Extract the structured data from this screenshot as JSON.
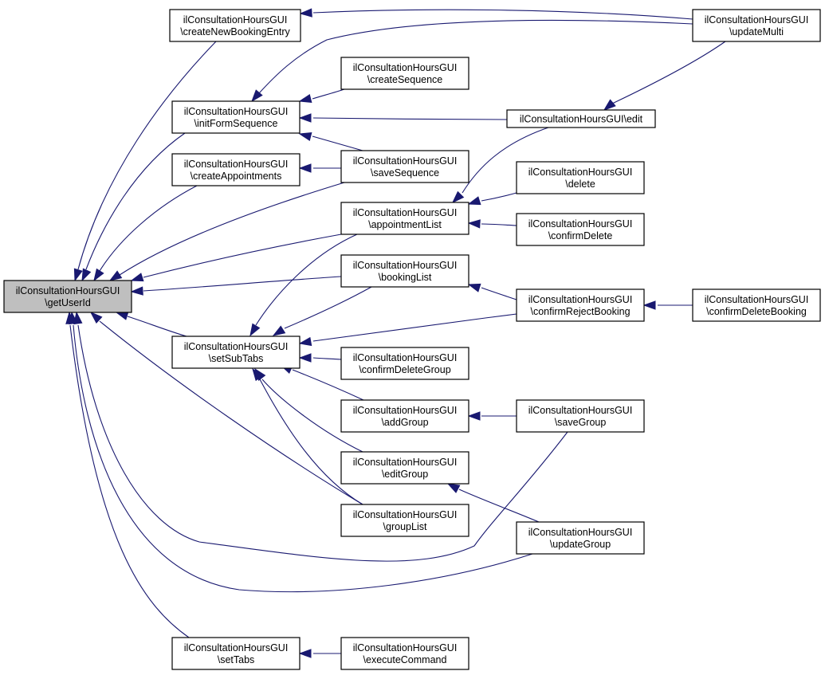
{
  "diagram": {
    "type": "call-graph",
    "edge_color": "#191970",
    "focus_fill": "#bfbfbf",
    "node_fill": "#ffffff",
    "nodes": [
      {
        "id": "getUserId",
        "line1": "ilConsultationHoursGUI",
        "line2": "\\getUserId",
        "focus": true
      },
      {
        "id": "createNewBookingEntry",
        "line1": "ilConsultationHoursGUI",
        "line2": "\\createNewBookingEntry"
      },
      {
        "id": "initFormSequence",
        "line1": "ilConsultationHoursGUI",
        "line2": "\\initFormSequence"
      },
      {
        "id": "createAppointments",
        "line1": "ilConsultationHoursGUI",
        "line2": "\\createAppointments"
      },
      {
        "id": "setSubTabs",
        "line1": "ilConsultationHoursGUI",
        "line2": "\\setSubTabs"
      },
      {
        "id": "setTabs",
        "line1": "ilConsultationHoursGUI",
        "line2": "\\setTabs"
      },
      {
        "id": "createSequence",
        "line1": "ilConsultationHoursGUI",
        "line2": "\\createSequence"
      },
      {
        "id": "saveSequence",
        "line1": "ilConsultationHoursGUI",
        "line2": "\\saveSequence"
      },
      {
        "id": "appointmentList",
        "line1": "ilConsultationHoursGUI",
        "line2": "\\appointmentList"
      },
      {
        "id": "bookingList",
        "line1": "ilConsultationHoursGUI",
        "line2": "\\bookingList"
      },
      {
        "id": "confirmDeleteGroup",
        "line1": "ilConsultationHoursGUI",
        "line2": "\\confirmDeleteGroup"
      },
      {
        "id": "addGroup",
        "line1": "ilConsultationHoursGUI",
        "line2": "\\addGroup"
      },
      {
        "id": "editGroup",
        "line1": "ilConsultationHoursGUI",
        "line2": "\\editGroup"
      },
      {
        "id": "groupList",
        "line1": "ilConsultationHoursGUI",
        "line2": "\\groupList"
      },
      {
        "id": "executeCommand",
        "line1": "ilConsultationHoursGUI",
        "line2": "\\executeCommand"
      },
      {
        "id": "updateMulti",
        "line1": "ilConsultationHoursGUI",
        "line2": "\\updateMulti"
      },
      {
        "id": "edit",
        "line1": "ilConsultationHoursGUI\\edit",
        "line2": ""
      },
      {
        "id": "delete",
        "line1": "ilConsultationHoursGUI",
        "line2": "\\delete"
      },
      {
        "id": "confirmDelete",
        "line1": "ilConsultationHoursGUI",
        "line2": "\\confirmDelete"
      },
      {
        "id": "confirmRejectBooking",
        "line1": "ilConsultationHoursGUI",
        "line2": "\\confirmRejectBooking"
      },
      {
        "id": "saveGroup",
        "line1": "ilConsultationHoursGUI",
        "line2": "\\saveGroup"
      },
      {
        "id": "updateGroup",
        "line1": "ilConsultationHoursGUI",
        "line2": "\\updateGroup"
      },
      {
        "id": "confirmDeleteBooking",
        "line1": "ilConsultationHoursGUI",
        "line2": "\\confirmDeleteBooking"
      }
    ],
    "edges": [
      {
        "from": "createNewBookingEntry",
        "to": "getUserId"
      },
      {
        "from": "initFormSequence",
        "to": "getUserId"
      },
      {
        "from": "createAppointments",
        "to": "getUserId"
      },
      {
        "from": "saveSequence",
        "to": "getUserId"
      },
      {
        "from": "appointmentList",
        "to": "getUserId"
      },
      {
        "from": "bookingList",
        "to": "getUserId"
      },
      {
        "from": "setSubTabs",
        "to": "getUserId"
      },
      {
        "from": "groupList",
        "to": "getUserId"
      },
      {
        "from": "saveGroup",
        "to": "getUserId"
      },
      {
        "from": "updateGroup",
        "to": "getUserId"
      },
      {
        "from": "setTabs",
        "to": "getUserId"
      },
      {
        "from": "updateMulti",
        "to": "createNewBookingEntry"
      },
      {
        "from": "updateMulti",
        "to": "initFormSequence"
      },
      {
        "from": "createSequence",
        "to": "initFormSequence"
      },
      {
        "from": "edit",
        "to": "initFormSequence"
      },
      {
        "from": "saveSequence",
        "to": "initFormSequence"
      },
      {
        "from": "saveSequence",
        "to": "createAppointments"
      },
      {
        "from": "updateMulti",
        "to": "edit"
      },
      {
        "from": "edit",
        "to": "appointmentList"
      },
      {
        "from": "delete",
        "to": "appointmentList"
      },
      {
        "from": "confirmDelete",
        "to": "appointmentList"
      },
      {
        "from": "confirmRejectBooking",
        "to": "bookingList"
      },
      {
        "from": "confirmDeleteBooking",
        "to": "confirmRejectBooking"
      },
      {
        "from": "appointmentList",
        "to": "setSubTabs"
      },
      {
        "from": "bookingList",
        "to": "setSubTabs"
      },
      {
        "from": "confirmRejectBooking",
        "to": "setSubTabs"
      },
      {
        "from": "confirmDeleteGroup",
        "to": "setSubTabs"
      },
      {
        "from": "addGroup",
        "to": "setSubTabs"
      },
      {
        "from": "editGroup",
        "to": "setSubTabs"
      },
      {
        "from": "groupList",
        "to": "setSubTabs"
      },
      {
        "from": "saveGroup",
        "to": "addGroup"
      },
      {
        "from": "updateGroup",
        "to": "editGroup"
      },
      {
        "from": "executeCommand",
        "to": "setTabs"
      }
    ]
  }
}
